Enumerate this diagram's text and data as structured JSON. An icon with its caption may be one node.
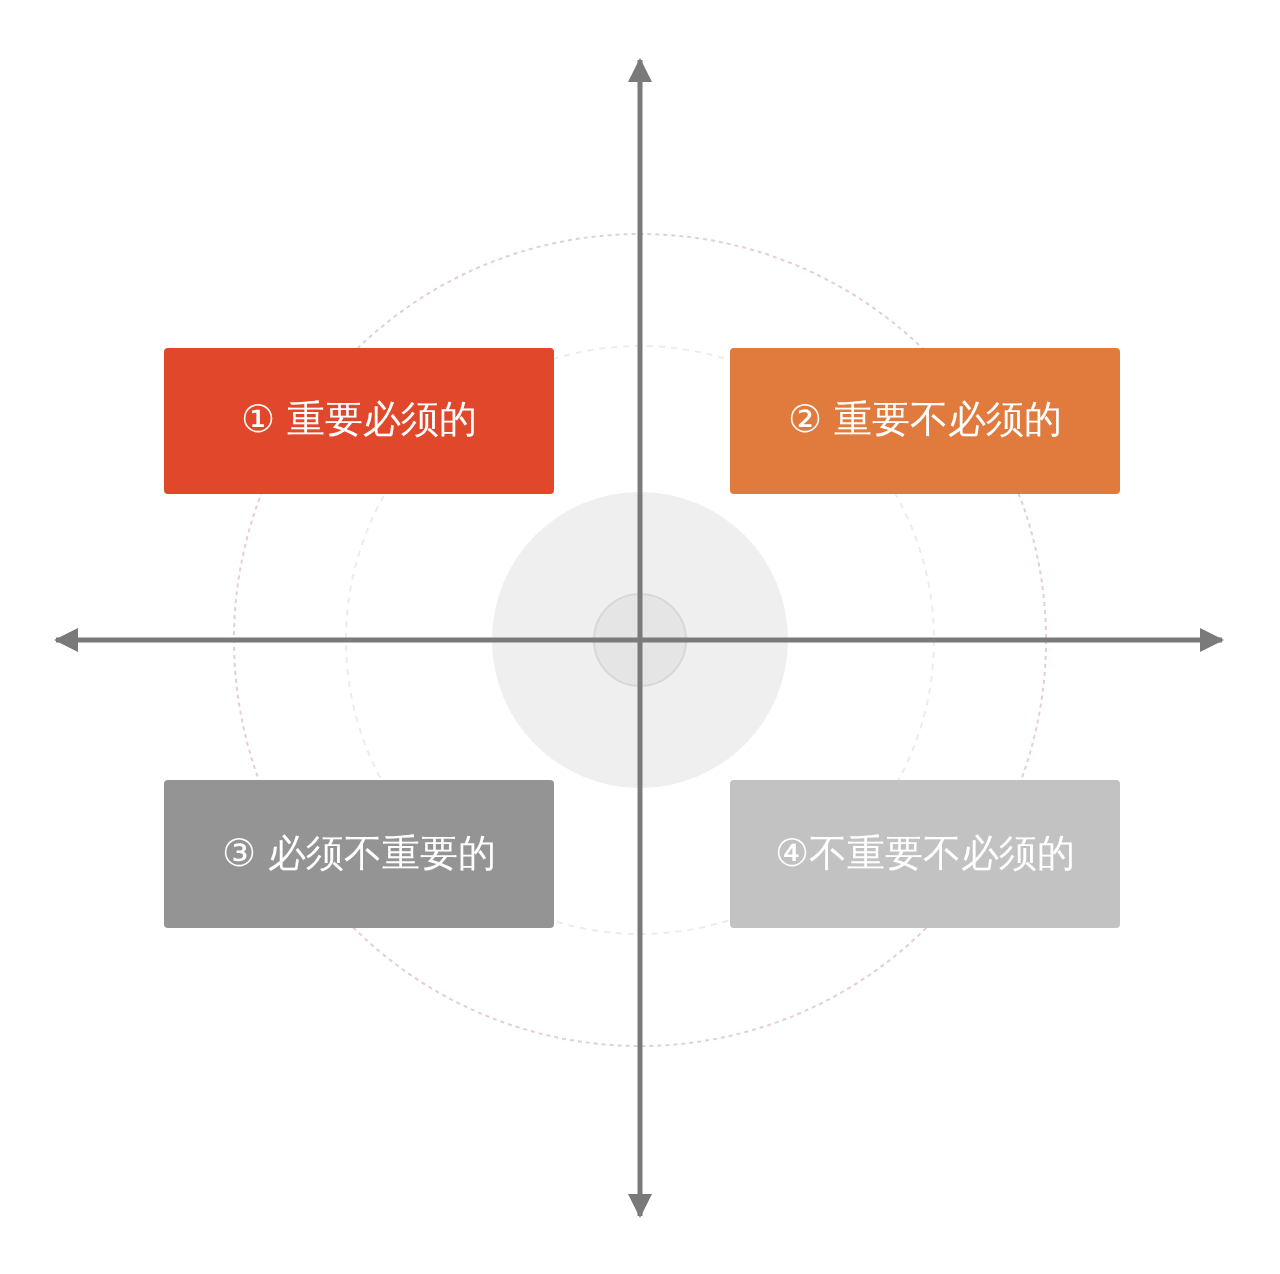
{
  "diagram": {
    "nodes": [
      {
        "text": [
          "① 重要必须的"
        ]
      },
      {
        "text": [
          "② 重要不必须的"
        ]
      },
      {
        "text": [
          "③ 必须不重要的"
        ]
      },
      {
        "text": [
          "④不重要不必须的"
        ]
      }
    ]
  }
}
